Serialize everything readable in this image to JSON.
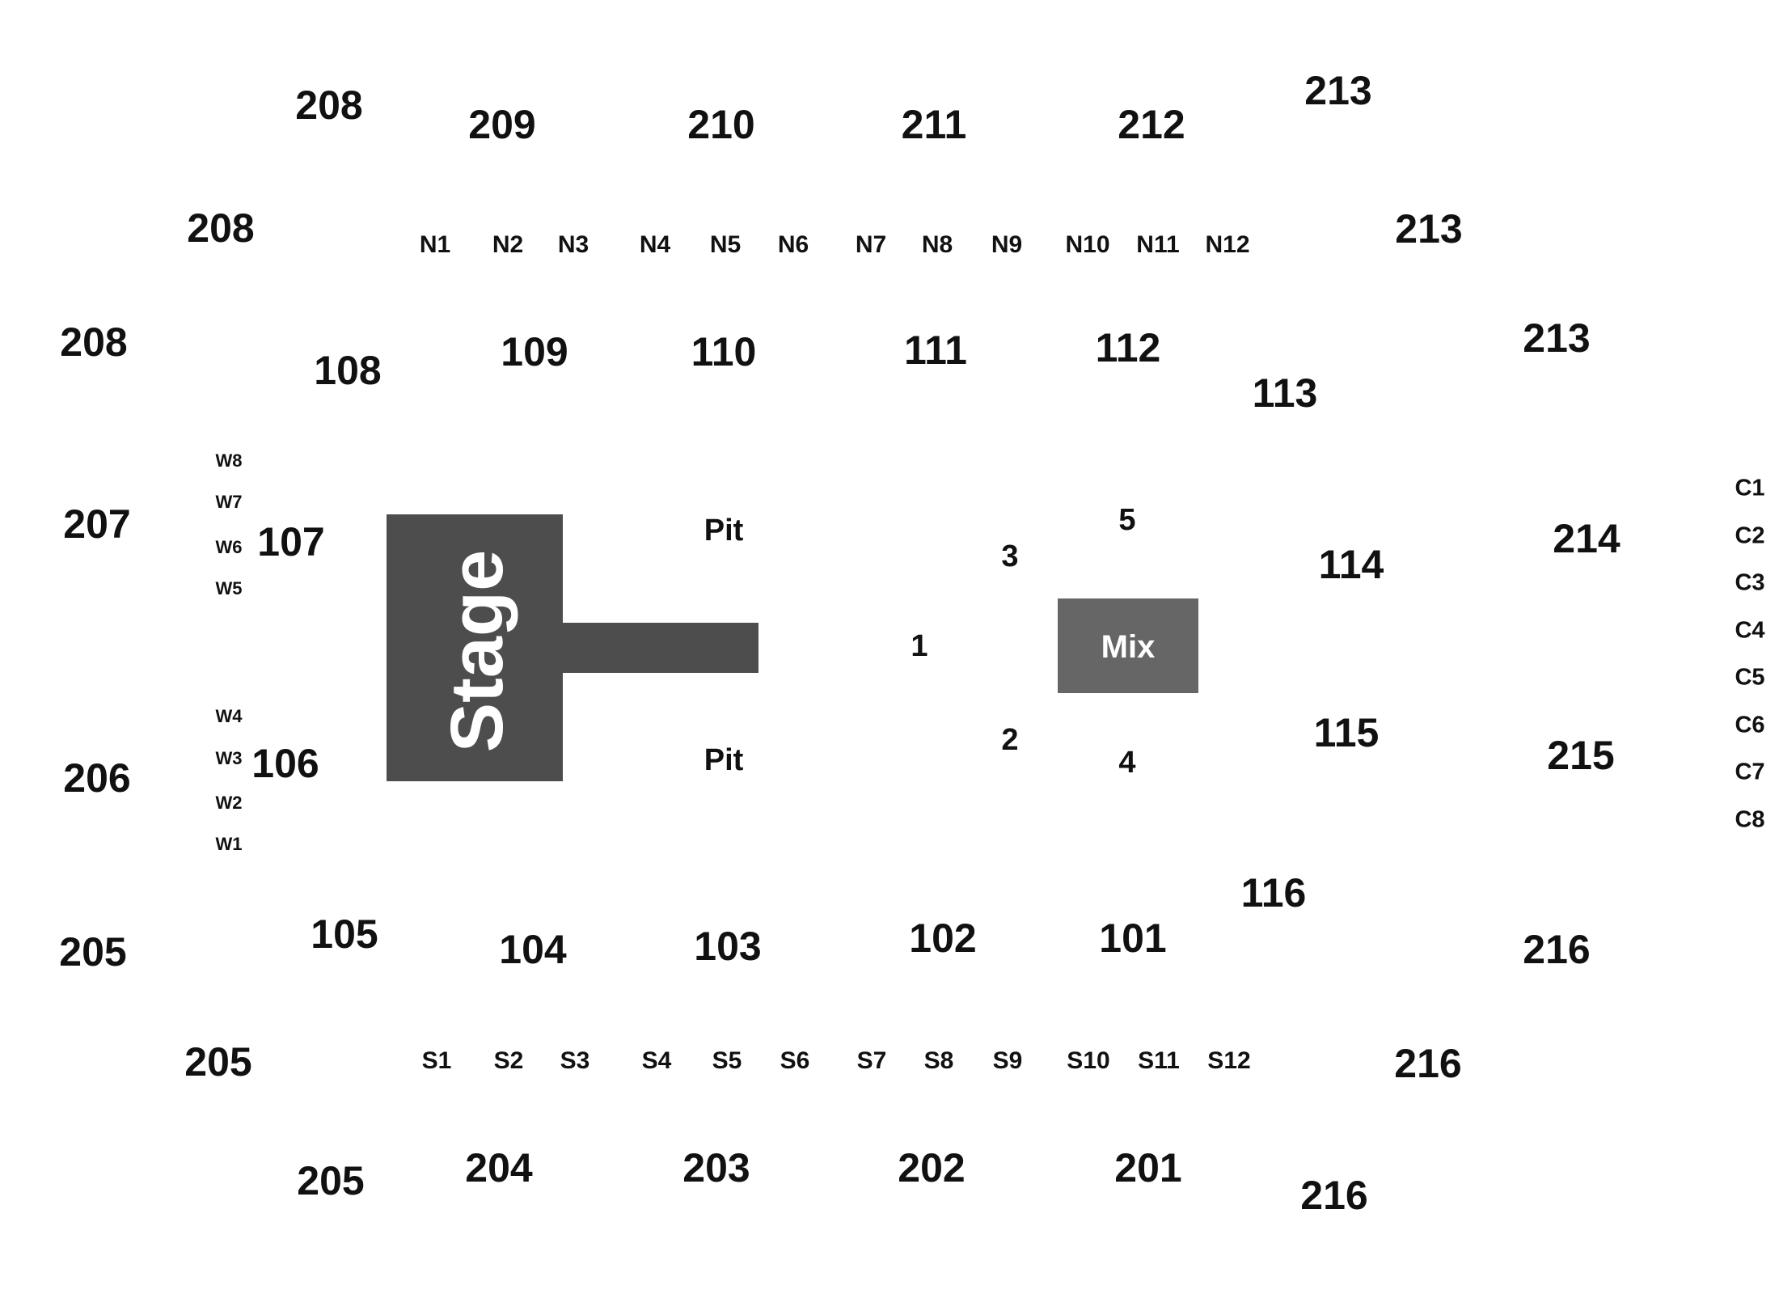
{
  "colors": {
    "stage": "#4d4d4d",
    "mix": "#666666",
    "text": "#111111",
    "background": "#ffffff"
  },
  "stage": {
    "label": "Stage"
  },
  "mix": {
    "label": "Mix"
  },
  "pit": [
    "Pit",
    "Pit"
  ],
  "ga_areas": [
    "1",
    "2",
    "3",
    "4",
    "5"
  ],
  "sections_200": [
    "208",
    "208",
    "208",
    "209",
    "210",
    "211",
    "212",
    "213",
    "213",
    "213",
    "207",
    "214",
    "206",
    "215",
    "205",
    "205",
    "205",
    "204",
    "203",
    "202",
    "201",
    "216",
    "216",
    "216"
  ],
  "sections_100": [
    "108",
    "109",
    "110",
    "111",
    "112",
    "113",
    "107",
    "114",
    "106",
    "115",
    "105",
    "104",
    "103",
    "102",
    "101",
    "116"
  ],
  "north_boxes": [
    "N1",
    "N2",
    "N3",
    "N4",
    "N5",
    "N6",
    "N7",
    "N8",
    "N9",
    "N10",
    "N11",
    "N12"
  ],
  "south_boxes": [
    "S1",
    "S2",
    "S3",
    "S4",
    "S5",
    "S6",
    "S7",
    "S8",
    "S9",
    "S10",
    "S11",
    "S12"
  ],
  "west_boxes": [
    "W8",
    "W7",
    "W6",
    "W5",
    "W4",
    "W3",
    "W2",
    "W1"
  ],
  "east_boxes": [
    "C1",
    "C2",
    "C3",
    "C4",
    "C5",
    "C6",
    "C7",
    "C8"
  ]
}
